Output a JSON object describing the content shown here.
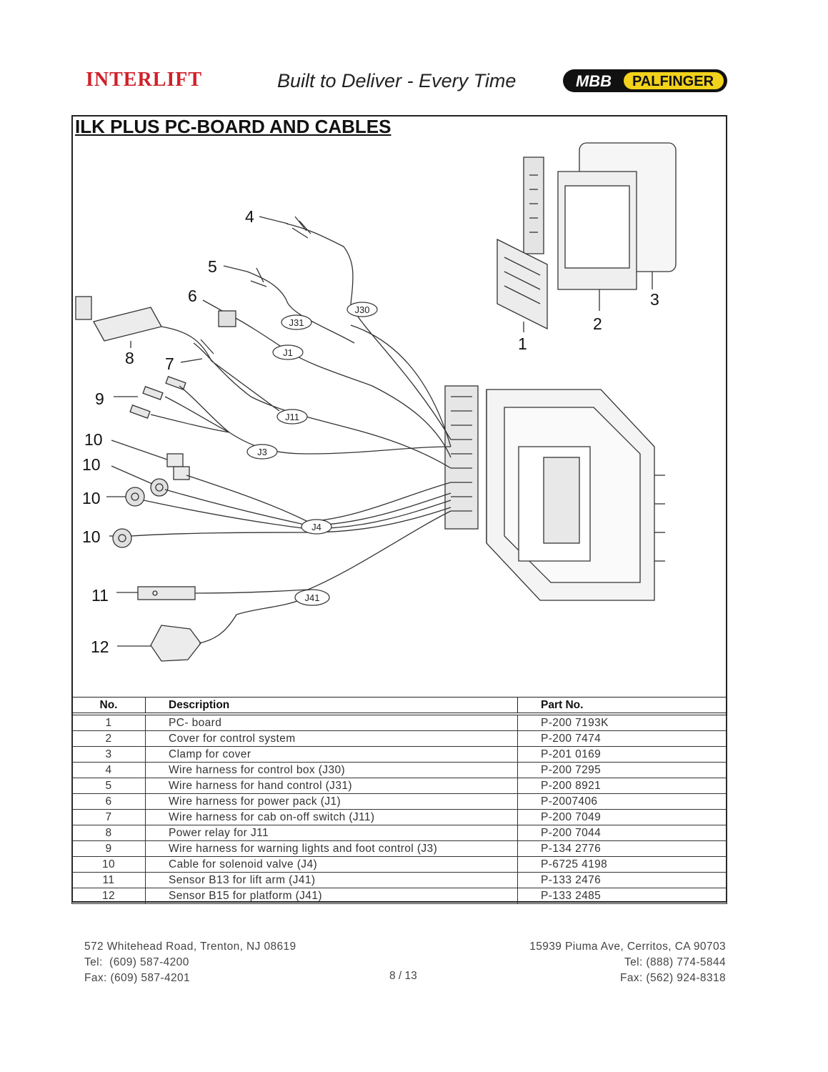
{
  "header": {
    "brand": "INTERLIFT",
    "tagline": "Built to Deliver - Every Time",
    "logo_left": "MBB",
    "logo_right": "PALFINGER"
  },
  "section_title": "ILK PLUS PC-BOARD AND CABLES",
  "diagram": {
    "callouts": [
      "1",
      "2",
      "3",
      "4",
      "5",
      "6",
      "7",
      "8",
      "9",
      "10",
      "10",
      "10",
      "10",
      "11",
      "12"
    ],
    "connectors": [
      "J30",
      "J31",
      "J1",
      "J11",
      "J3",
      "J4",
      "J41"
    ]
  },
  "table": {
    "headers": [
      "No.",
      "Description",
      "Part No."
    ],
    "rows": [
      {
        "no": "1",
        "desc": "PC- board",
        "part": "P-200 7193K"
      },
      {
        "no": "2",
        "desc": "Cover for control system",
        "part": "P-200 7474"
      },
      {
        "no": "3",
        "desc": "Clamp for cover",
        "part": "P-201 0169"
      },
      {
        "no": "4",
        "desc": "Wire harness for control box (J30)",
        "part": "P-200 7295"
      },
      {
        "no": "5",
        "desc": "Wire harness for hand control (J31)",
        "part": "P-200 8921"
      },
      {
        "no": "6",
        "desc": "Wire harness for power pack (J1)",
        "part": "P-2007406"
      },
      {
        "no": "7",
        "desc": "Wire harness for cab on-off switch (J11)",
        "part": "P-200 7049"
      },
      {
        "no": "8",
        "desc": "Power relay for J11",
        "part": "P-200 7044"
      },
      {
        "no": "9",
        "desc": "Wire harness for warning lights and foot control (J3)",
        "part": "P-134 2776"
      },
      {
        "no": "10",
        "desc": "Cable for solenoid valve (J4)",
        "part": "P-6725 4198"
      },
      {
        "no": "11",
        "desc": "Sensor B13 for lift arm (J41)",
        "part": "P-133 2476"
      },
      {
        "no": "12",
        "desc": "Sensor B15 for platform (J41)",
        "part": "P-133 2485"
      }
    ]
  },
  "footer": {
    "left": [
      "572 Whitehead Road, Trenton, NJ 08619",
      "Tel:  (609) 587-4200",
      "Fax: (609) 587-4201"
    ],
    "right": [
      "15939 Piuma Ave, Cerritos, CA 90703",
      "Tel: (888) 774-5844",
      "Fax: (562) 924-8318"
    ],
    "page": "8 / 13"
  }
}
